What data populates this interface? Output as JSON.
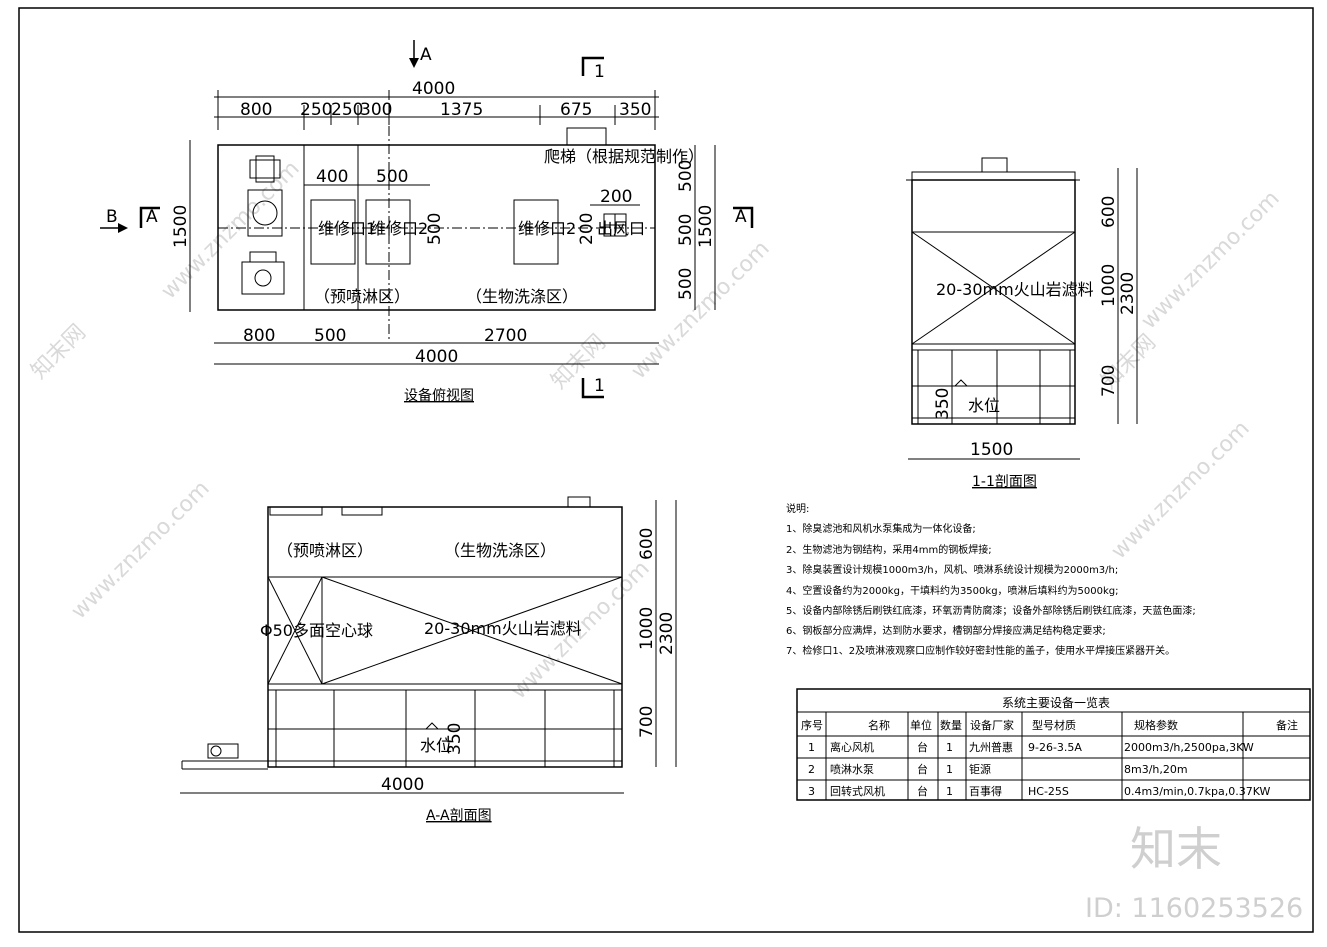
{
  "plan": {
    "title": "设备俯视图",
    "overall_top": "4000",
    "top_dims": [
      "800",
      "250",
      "250",
      "300",
      "1375",
      "675",
      "350"
    ],
    "inner_dims": [
      "400",
      "500",
      "200"
    ],
    "right_dims": [
      "500",
      "500",
      "500"
    ],
    "right_total": "1500",
    "left_total": "1500",
    "bottom_dims": [
      "800",
      "500",
      "2700"
    ],
    "overall_bottom": "4000",
    "ladder": "爬梯（根据规范制作）",
    "port1": "维修口1",
    "port2a": "维修口2",
    "port2b": "维修口2",
    "outlet": "出风口",
    "v500": "500",
    "v200": "200",
    "zone1": "（预喷淋区）",
    "zone2": "（生物洗涤区）",
    "sec_a": "A",
    "sec_b": "B",
    "sec_1": "1"
  },
  "section11": {
    "title": "1-1剖面图",
    "dims_right": [
      "600",
      "1000",
      "700"
    ],
    "total": "2300",
    "width": "1500",
    "media": "20-30mm火山岩滤料",
    "water": "水位",
    "water_h": "350"
  },
  "sectionAA": {
    "title": "A-A剖面图",
    "zone1": "（预喷淋区）",
    "zone2": "（生物洗涤区）",
    "ball": "Φ50多面空心球",
    "media": "20-30mm火山岩滤料",
    "dims_right": [
      "600",
      "1000",
      "700"
    ],
    "total": "2300",
    "width": "4000",
    "water": "水位",
    "water_h": "350"
  },
  "notes": {
    "heading": "说明:",
    "items": [
      "1、除臭滤池和风机水泵集成为一体化设备;",
      "2、生物滤池为钢结构，采用4mm的钢板焊接;",
      "3、除臭装置设计规模1000m3/h，风机、喷淋系统设计规模为2000m3/h;",
      "4、空置设备约为2000kg，干填料约为3500kg，喷淋后填料约为5000kg;",
      "5、设备内部除锈后刷铁红底漆，环氧沥青防腐漆；设备外部除锈后刷铁红底漆，天蓝色面漆;",
      "6、钢板部分应满焊，达到防水要求，槽钢部分焊接应满足结构稳定要求;",
      "7、检修口1、2及喷淋液观察口应制作较好密封性能的盖子，使用水平焊接压紧器开关。"
    ]
  },
  "equipment_table": {
    "title": "系统主要设备一览表",
    "headers": [
      "序号",
      "名称",
      "单位",
      "数量",
      "设备厂家",
      "型号材质",
      "规格参数",
      "备注"
    ],
    "rows": [
      [
        "1",
        "离心风机",
        "台",
        "1",
        "九州普惠",
        "9-26-3.5A",
        "2000m3/h,2500pa,3KW",
        ""
      ],
      [
        "2",
        "喷淋水泵",
        "台",
        "1",
        "钜源",
        "",
        "8m3/h,20m",
        ""
      ],
      [
        "3",
        "回转式风机",
        "台",
        "1",
        "百事得",
        "HC-25S",
        "0.4m3/min,0.7kpa,0.37KW",
        ""
      ]
    ]
  },
  "watermark": {
    "logo": "知末",
    "id": "ID: 1160253526",
    "site": "www.znzmo.com",
    "cn": "知末网"
  }
}
